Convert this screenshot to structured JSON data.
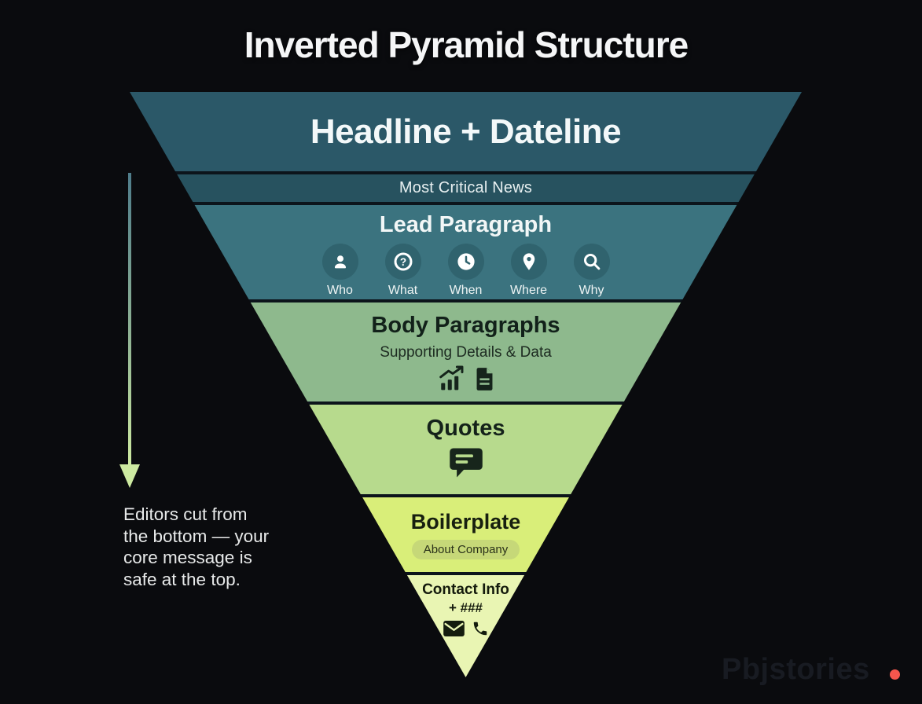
{
  "title": "Inverted Pyramid Structure",
  "pyramid": {
    "levels": [
      {
        "id": "headline",
        "label": "Headline + Dateline",
        "bg": "#2b5868"
      },
      {
        "id": "critical",
        "label": "Most Critical News",
        "bg": "#27525f"
      },
      {
        "id": "lead",
        "label": "Lead Paragraph",
        "bg": "#3b737f",
        "icon_circle_bg": "#30636e",
        "icon_color": "#ffffff",
        "w5": [
          {
            "label": "Who",
            "icon": "person-icon"
          },
          {
            "label": "What",
            "icon": "question-icon"
          },
          {
            "label": "When",
            "icon": "clock-icon"
          },
          {
            "label": "Where",
            "icon": "location-pin-icon"
          },
          {
            "label": "Why",
            "icon": "search-icon"
          }
        ]
      },
      {
        "id": "body",
        "label": "Body Paragraphs",
        "sublabel": "Supporting Details & Data",
        "bg": "#8eb98d",
        "icon_color": "#15241b",
        "icons": [
          "bar-chart-icon",
          "document-icon"
        ]
      },
      {
        "id": "quotes",
        "label": "Quotes",
        "bg": "#b7da8d",
        "icon_color": "#17251b",
        "icons": [
          "speech-bubble-icon"
        ]
      },
      {
        "id": "boilerplate",
        "label": "Boilerplate",
        "bg": "#d9ee79",
        "pill_label": "About Company",
        "pill_bg": "#c6d878"
      },
      {
        "id": "contact",
        "label": "Contact Info",
        "sublabel": "+ ###",
        "bg": "#e9f5b3",
        "icon_color": "#141c0e",
        "icons": [
          "mail-icon",
          "phone-icon"
        ]
      }
    ]
  },
  "annotation": {
    "lines": [
      "Editors cut from",
      "the bottom — your",
      "core message is",
      "safe at the top."
    ],
    "arrow_gradient_top": "#4f7d8b",
    "arrow_gradient_bottom": "#cdeaa1"
  },
  "watermark": {
    "text": "Pbjstories",
    "text_color": "#181b22",
    "dot_color": "#f4564d"
  },
  "background_color": "#0a0b0e"
}
